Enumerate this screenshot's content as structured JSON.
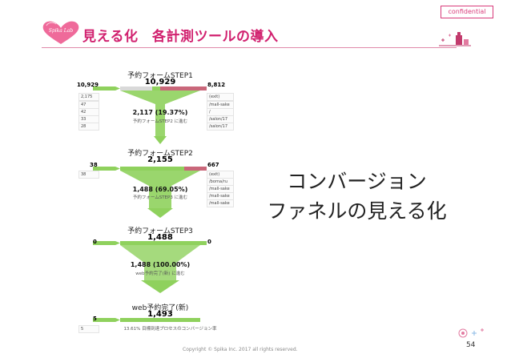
{
  "badge": "confidential",
  "header": {
    "logo_text": "Spika Lab",
    "title": "見える化　各計測ツールの導入"
  },
  "colors": {
    "accent": "#d1216f",
    "funnel_green": "#8fd15d",
    "exit_red": "#c9677a",
    "bar_grey": "#d9d9d9"
  },
  "funnel": {
    "steps": [
      {
        "name": "予約フォームSTEP1",
        "value": "10,929",
        "entrance": "10,929",
        "exit": "8,812",
        "entrance_list": [
          "2,175",
          "47",
          "42",
          "33",
          "28"
        ],
        "exit_list": [
          "(exit)",
          "/mall-sake",
          "/",
          "/salon/17",
          "/salon/17"
        ],
        "continue_rate": 0.1937
      },
      {
        "name": "予約フォームSTEP2",
        "value": "2,155",
        "entrance": "38",
        "exit": "667",
        "entrance_list": [
          "38"
        ],
        "exit_list": [
          "(exit)",
          "/borna/ru",
          "/mall-sake",
          "/mall-sake",
          "/mall-sake"
        ],
        "continue_rate": 0.6905
      },
      {
        "name": "予約フォームSTEP3",
        "value": "1,488",
        "entrance": "0",
        "exit": "0",
        "entrance_list": [],
        "exit_list": [],
        "continue_rate": 1.0
      },
      {
        "name": "web予約完了(新)",
        "value": "1,493",
        "entrance": "5",
        "exit": "",
        "entrance_list": [
          "5"
        ],
        "exit_list": []
      }
    ],
    "transitions": [
      {
        "value": "2,117 (19.37%)",
        "label": "予約フォームSTEP2 に進む"
      },
      {
        "value": "1,488 (69.05%)",
        "label": "予約フォームSTEP3 に進む"
      },
      {
        "value": "1,488 (100.00%)",
        "label": "web予約完了(新) に進む"
      }
    ],
    "conversion_note": "13.61% 目標到達プロセスのコンバージョン率"
  },
  "callout": {
    "line1": "コンバージョン",
    "line2": "ファネルの見える化"
  },
  "footer": "Copyright © Spika Inc. 2017 all rights reserved.",
  "page_number": "54"
}
